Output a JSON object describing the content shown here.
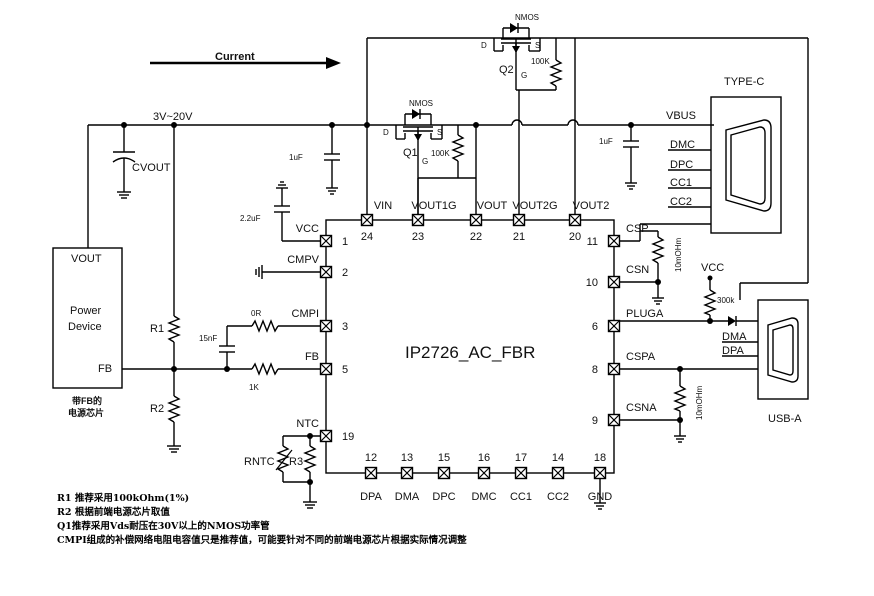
{
  "chip": {
    "name": "IP2726_AC_FBR",
    "pins": [
      {
        "num": "1",
        "name": "VCC"
      },
      {
        "num": "2",
        "name": "CMPV"
      },
      {
        "num": "3",
        "name": "CMPI"
      },
      {
        "num": "5",
        "name": "FB"
      },
      {
        "num": "19",
        "name": "NTC"
      },
      {
        "num": "24",
        "name": "VIN"
      },
      {
        "num": "23",
        "name": "VOUT1G"
      },
      {
        "num": "22",
        "name": "VOUT"
      },
      {
        "num": "21",
        "name": "VOUT2G"
      },
      {
        "num": "20",
        "name": "VOUT2"
      },
      {
        "num": "11",
        "name": "CSP"
      },
      {
        "num": "10",
        "name": "CSN"
      },
      {
        "num": "6",
        "name": "PLUGA"
      },
      {
        "num": "8",
        "name": "CSPA"
      },
      {
        "num": "9",
        "name": "CSNA"
      },
      {
        "num": "12",
        "name": "DPA"
      },
      {
        "num": "13",
        "name": "DMA"
      },
      {
        "num": "15",
        "name": "DPC"
      },
      {
        "num": "16",
        "name": "DMC"
      },
      {
        "num": "17",
        "name": "CC1"
      },
      {
        "num": "14",
        "name": "CC2"
      },
      {
        "num": "18",
        "name": "GND"
      }
    ]
  },
  "labels": {
    "current": "Current",
    "vin_range": "3V~20V",
    "cvout": "CVOUT",
    "power_device": {
      "vout": "VOUT",
      "line1": "Power",
      "line2": "Device",
      "fb": "FB"
    },
    "fb_note_line1": "带FB的",
    "fb_note_line2": "电源芯片",
    "r1": "R1",
    "r2": "R2",
    "r0": "0R",
    "r1k": "1K",
    "c15n": "15nF",
    "c22u": "2.2uF",
    "c1u_left": "1uF",
    "c1u_right": "1uF",
    "rntc": "RNTC",
    "r3": "R3",
    "vcc_top": "VCC",
    "r300k": "300k",
    "r10m_top": "10mOHm",
    "r10m_bot": "10mOHm",
    "q1": {
      "name": "Q1",
      "type": "NMOS",
      "d": "D",
      "s": "S",
      "g": "G",
      "r": "100K"
    },
    "q2": {
      "name": "Q2",
      "type": "NMOS",
      "d": "D",
      "s": "S",
      "g": "G",
      "r": "100K"
    },
    "typec": {
      "title": "TYPE-C",
      "vbus": "VBUS",
      "dmc": "DMC",
      "dpc": "DPC",
      "cc1": "CC1",
      "cc2": "CC2"
    },
    "usba": {
      "title": "USB-A",
      "dma": "DMA",
      "dpa": "DPA"
    }
  },
  "notes": [
    "R1 推荐采用100kOhm(1%)",
    "R2 根据前端电源芯片取值",
    "Q1推荐采用Vds耐压在30V以上的NMOS功率管",
    "CMPI组成的补偿网络电阻电容值只是推荐值，可能要针对不同的前端电源芯片根据实际情况调整"
  ]
}
